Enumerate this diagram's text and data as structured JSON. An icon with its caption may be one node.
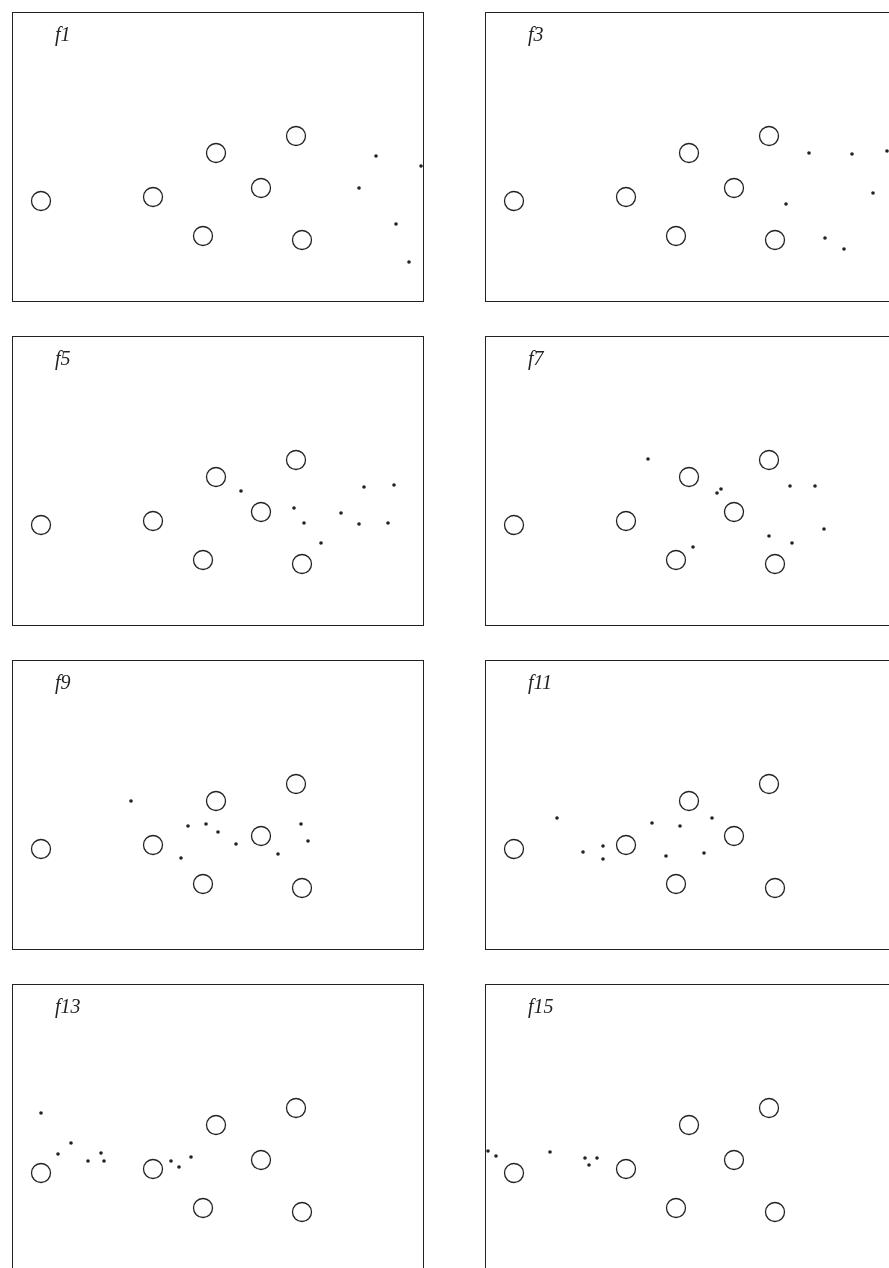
{
  "diagram": {
    "nodes": [
      {
        "text": [
          "f1"
        ]
      },
      {
        "text": [
          "f3"
        ]
      },
      {
        "text": [
          "f5"
        ]
      },
      {
        "text": [
          "f7"
        ]
      },
      {
        "text": [
          "f9"
        ]
      },
      {
        "text": [
          "f11"
        ]
      },
      {
        "text": [
          "f13"
        ]
      },
      {
        "text": [
          "f15"
        ]
      }
    ]
  }
}
